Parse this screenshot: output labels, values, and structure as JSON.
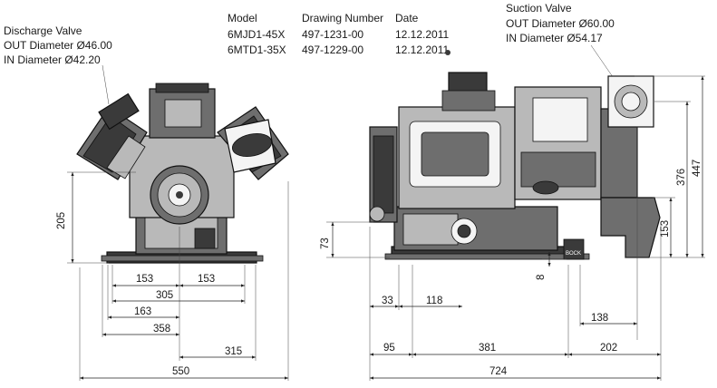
{
  "discharge": {
    "title": "Discharge Valve",
    "out": "OUT Diameter Ø46.00",
    "in": "IN Diameter Ø42.20"
  },
  "suction": {
    "title": "Suction Valve",
    "out": "OUT Diameter Ø60.00",
    "in": "IN Diameter Ø54.17"
  },
  "model_table": {
    "headers": [
      "Model",
      "Drawing Number",
      "Date"
    ],
    "rows": [
      [
        "6MJD1-45X",
        "497-1231-00",
        "12.12.2011"
      ],
      [
        "6MTD1-35X",
        "497-1229-00",
        "12.12.2011"
      ]
    ]
  },
  "dimensions": {
    "front": {
      "height": "205",
      "half_left": "153",
      "half_right": "153",
      "bolt_span": "305",
      "d163": "163",
      "d358": "358",
      "d315": "315",
      "overall": "550"
    },
    "side": {
      "d73": "73",
      "d8": "8",
      "d33": "33",
      "d118": "118",
      "d138": "138",
      "d95": "95",
      "d381": "381",
      "d202": "202",
      "overall": "724",
      "h447": "447",
      "h376": "376",
      "h153": "153"
    }
  },
  "part_label": "BOCK"
}
